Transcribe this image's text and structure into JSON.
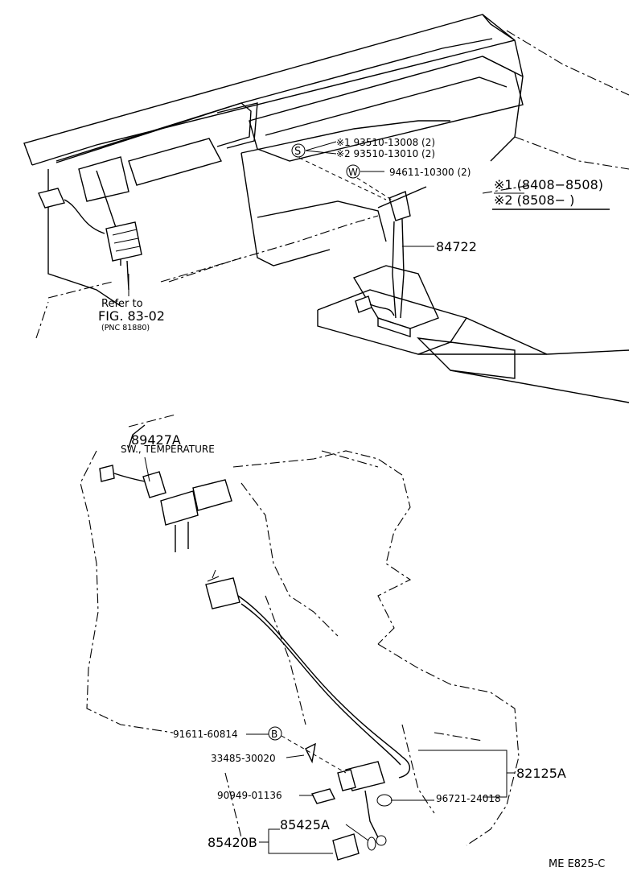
{
  "labels": {
    "sw1": "※1",
    "part_93510_13008": "93510-13008 (2)",
    "sw2": "※2",
    "part_93510_13010": "93510-13010 (2)",
    "mark_s": "S",
    "mark_w": "W",
    "part_94611_10300": "94611-10300 (2)",
    "legend1": "※1 (8408−8508)",
    "legend2": "※2 (8508−      )",
    "part_84722": "84722",
    "refer_line1": "Refer to",
    "refer_line2": "FIG. 83-02",
    "refer_line3": "(PNC 81880)",
    "part_89427A": "89427A",
    "sw_temperature": "SW., TEMPERATURE",
    "part_91611_60814": "91611-60814",
    "mark_b": "B",
    "part_33485_30020": "33485-30020",
    "part_90949_01136": "90949-01136",
    "part_85425A": "85425A",
    "part_85420B": "85420B",
    "part_82125A": "82125A",
    "part_96721_24018": "96721-24018",
    "footer_code": "ME  E825-C"
  }
}
